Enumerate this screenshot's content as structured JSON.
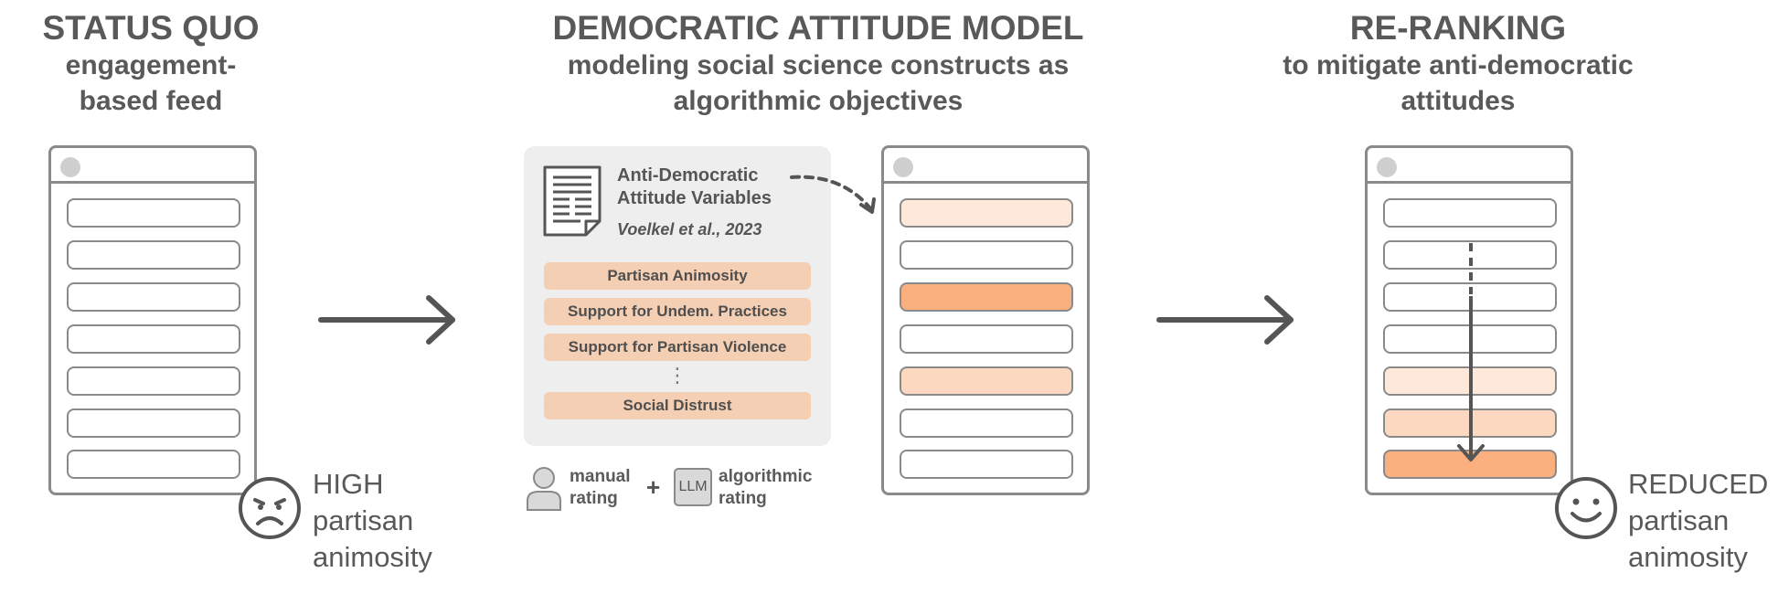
{
  "colors": {
    "outline": "#8a8a8a",
    "arrow": "#555555",
    "panel_bg": "#eeeeee",
    "pill_bg": "#f5cfb4",
    "score_light": "#fde8da",
    "score_mid": "#fbd8bf",
    "score_strong": "#f9b07e"
  },
  "left": {
    "title": "STATUS QUO",
    "subtitle_1": "engagement-",
    "subtitle_2": "based feed",
    "outcome_1": "HIGH",
    "outcome_2": "partisan",
    "outcome_3": "animosity",
    "face_icon": "frowning-face-icon"
  },
  "middle": {
    "title": "DEMOCRATIC ATTITUDE MODEL",
    "subtitle_1": "modeling social science constructs as",
    "subtitle_2": "algorithmic objectives",
    "doc_title_1": "Anti-Democratic",
    "doc_title_2": "Attitude Variables",
    "citation": "Voelkel et al., 2023",
    "doc_icon": "document-icon",
    "variables": [
      "Partisan Animosity",
      "Support for Undem. Practices",
      "Support for Partisan Violence"
    ],
    "ellipsis": "⋮",
    "last_variable": "Social Distrust",
    "manual_1": "manual",
    "manual_2": "rating",
    "person_icon": "person-icon",
    "llm_label": "LLM",
    "algo_1": "algorithmic",
    "algo_2": "rating"
  },
  "right": {
    "title": "RE-RANKING",
    "subtitle_1": "to mitigate anti-democratic",
    "subtitle_2": "attitudes",
    "outcome_1": "REDUCED",
    "outcome_2": "partisan",
    "outcome_3": "animosity",
    "face_icon": "smiling-face-icon"
  }
}
